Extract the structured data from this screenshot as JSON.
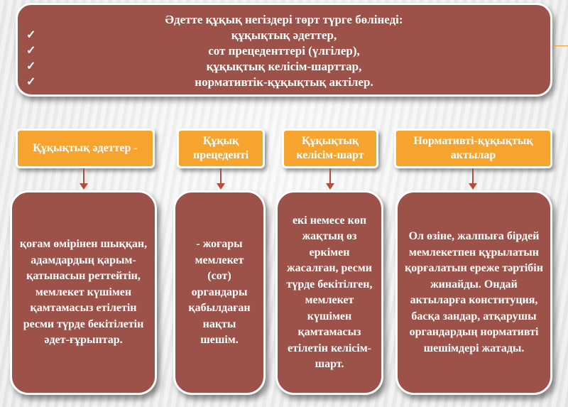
{
  "header": {
    "title": "Әдетте құқық негіздері төрт түрге бөлінеді:",
    "items": [
      "құқықтық әдеттер,",
      "сот прецеденттері (үлгілер),",
      "құқықтық келісім-шарттар,",
      "нормативтік-құқықтық актілер."
    ]
  },
  "categories": [
    "Құқықтық әдеттер -",
    "Құқық прецеденті",
    "Құқықтық келісім-шарт",
    "Нормативті-құқықтық актылар"
  ],
  "descriptions": [
    "қоғам өмірінен шыққан, адамдардың қарым-қатынасын реттейтін, мемлекет күшімен қамтамасыз етілетін ресми түрде бекітілетін әдет-ғұрыптар.",
    "- жоғары мемлекет (сот) органдары қабылдаған нақты шешім.",
    "екі немесе көп жақтың өз еркімен жасалған, ресми түрде бекітілген, мемлекет күшімен қамтамасыз етілетін келісім-шарт.",
    "Ол өзіне, жалпыға бірдей мемлекетпен құрылатын қорғалатын ереже тәртібін жинайды. Ондай актыларға конституция, басқа зандар, атқарушы органдардың нормативті шешімдері жатады."
  ],
  "icons": {
    "bullet": "check-icon"
  },
  "colors": {
    "box": "#9c5248",
    "header_box": "#f6a42e",
    "connector": "#b44c3c"
  }
}
